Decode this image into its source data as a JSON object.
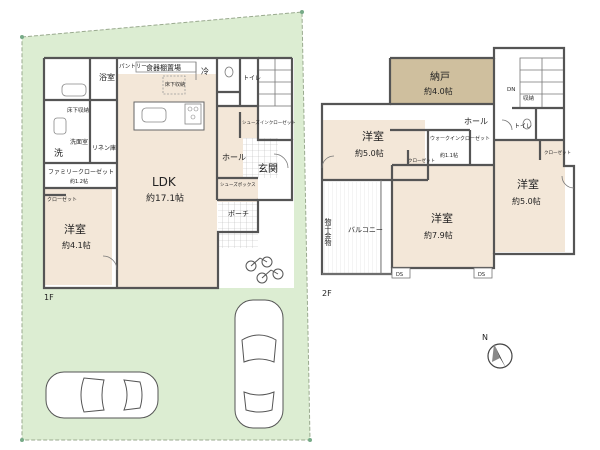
{
  "floor1": {
    "label": "1F",
    "rooms": {
      "bath": "浴室",
      "pantry": "パントリー",
      "cabinet": "食器棚置場",
      "fridge": "冷",
      "underfloor": "床下収納",
      "toilet": "トイレ",
      "underfloor2": "床下収納",
      "washroom": "洗面室",
      "wash": "洗",
      "linen": "リネン庫",
      "shoes_closet": "シューズインクローゼット",
      "family_closet": "ファミリークローゼット",
      "family_closet_size": "約1.2帖",
      "closet": "クローゼット",
      "shoebox": "シューズボックス",
      "hall": "ホール",
      "entrance": "玄関",
      "porch": "ポーチ",
      "ldk": "LDK",
      "ldk_size": "約17.1帖",
      "bedroom": "洋室",
      "bedroom_size": "約4.1帖"
    }
  },
  "floor2": {
    "label": "2F",
    "rooms": {
      "storage": "納戸",
      "storage_size": "約4.0帖",
      "dn": "DN",
      "storage_small": "収納",
      "toilet": "トイレ",
      "hall": "ホール",
      "room_a": "洋室",
      "room_a_size": "約5.0帖",
      "room_b": "洋室",
      "room_b_size": "約7.9帖",
      "room_c": "洋室",
      "room_c_size": "約5.0帖",
      "walkin": "ウォークインクローゼット",
      "walkin_size": "約1.1帖",
      "closet_a": "クローゼット",
      "closet_c": "クローゼット",
      "balcony": "バルコニー",
      "drying": "物干金物",
      "ds1": "DS",
      "ds2": "DS"
    }
  },
  "compass": "N",
  "colors": {
    "site": "#dcedd2",
    "floor": "#f3e7d8",
    "storage": "#cfbf9e",
    "tile": "#ffffff",
    "wall": "#555555"
  }
}
